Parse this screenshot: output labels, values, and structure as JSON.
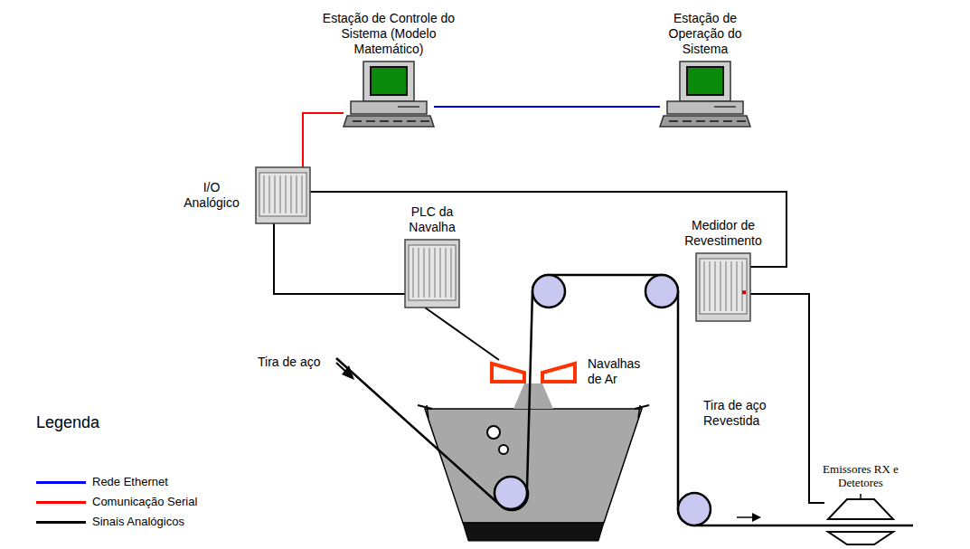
{
  "diagram": {
    "nodes": [
      {
        "text": [
          "Estação de Controle do Sistema (Modelo Matemático)"
        ]
      },
      {
        "text": [
          "Estação de Operação do Sistema"
        ]
      },
      {
        "text": [
          "I/O Analógico"
        ]
      },
      {
        "text": [
          "PLC da Navalha"
        ]
      },
      {
        "text": [
          "Medidor de Revestimento"
        ]
      },
      {
        "text": [
          "Navalhas de Ar"
        ]
      },
      {
        "text": [
          "Emissores RX e Detetores"
        ]
      }
    ],
    "edges": [
      {
        "from": 0,
        "to": 1,
        "arrow": "none"
      },
      {
        "from": 0,
        "to": 2,
        "arrow": "none"
      },
      {
        "from": 2,
        "to": 3,
        "arrow": "none"
      },
      {
        "from": 2,
        "to": 4,
        "arrow": "none"
      },
      {
        "from": 3,
        "to": 5,
        "arrow": "none"
      },
      {
        "from": 4,
        "to": 6,
        "arrow": "none"
      }
    ],
    "labels": [
      "Tira de aço",
      "Tira de aço Revestida",
      "Legenda"
    ],
    "legend": [
      {
        "text": "Rede Ethernet",
        "color": "#0000ff"
      },
      {
        "text": "Comunicação Serial",
        "color": "#ff0000"
      },
      {
        "text": "Sinais Analógicos",
        "color": "#000000"
      }
    ]
  }
}
